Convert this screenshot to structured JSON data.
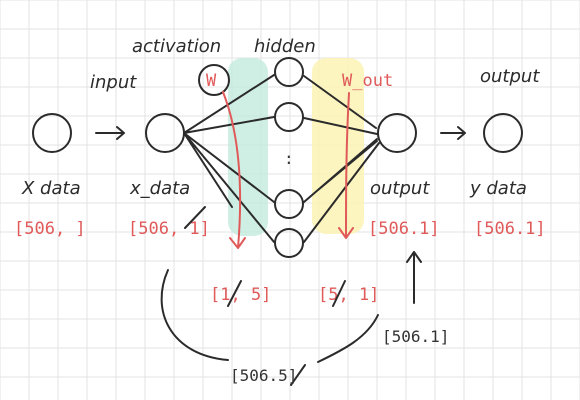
{
  "labels": {
    "activation": "activation",
    "hidden": "hidden",
    "input": "input",
    "output_top": "output",
    "x_data_in": "X data",
    "x_data_mid": "x_data",
    "output_mid": "output",
    "y_data": "y data"
  },
  "weights": {
    "w": "W",
    "w_out": "W_out"
  },
  "shapes": {
    "x_data_in": "[506, ]",
    "x_data_mid": "[506, 1]",
    "output_mid": "[506.1]",
    "y_data": "[506.1]",
    "w": "[1, 5]",
    "w_out": "[5, 1]",
    "bottom_output": "[506.1]",
    "bottom_hidden": "[506.5]"
  },
  "symbols": {
    "arrow_right": "→",
    "dots": ":"
  },
  "colors": {
    "teal_highlight": "#bfe9dc",
    "yellow_highlight": "#fbf3b5",
    "red": "#e05a5a",
    "ink": "#2b2b2b",
    "grid": "#e3e3e3"
  }
}
